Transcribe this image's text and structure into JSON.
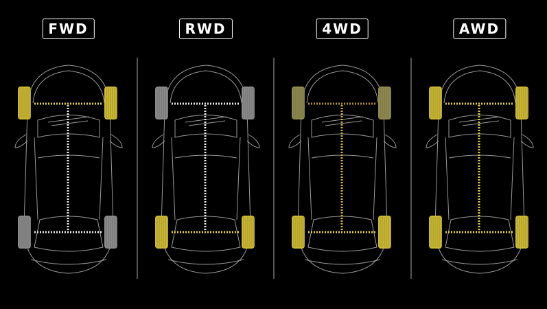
{
  "panels": [
    {
      "label": "FWD",
      "front_wheels": "driven",
      "rear_wheels": "idle",
      "driveline": "#e8e8e8",
      "front_axle": "#e6d23a",
      "rear_axle": "#e8e8e8"
    },
    {
      "label": "RWD",
      "front_wheels": "idle",
      "rear_wheels": "driven",
      "driveline": "#e8e8e8",
      "front_axle": "#e8e8e8",
      "rear_axle": "#e6d23a"
    },
    {
      "label": "4WD",
      "front_wheels": "muted",
      "rear_wheels": "driven",
      "driveline": "#d9b030",
      "front_axle": "#b59528",
      "rear_axle": "#e6d23a"
    },
    {
      "label": "AWD",
      "front_wheels": "driven",
      "rear_wheels": "driven",
      "driveline": "#e6d23a",
      "front_axle": "#e6d23a",
      "rear_axle": "#e6d23a"
    }
  ],
  "colors": {
    "driven": "#cbb832",
    "idle": "#8a8a8a",
    "muted": "#8f8a50",
    "outline": "#9a9a9a",
    "background": "#000000"
  }
}
